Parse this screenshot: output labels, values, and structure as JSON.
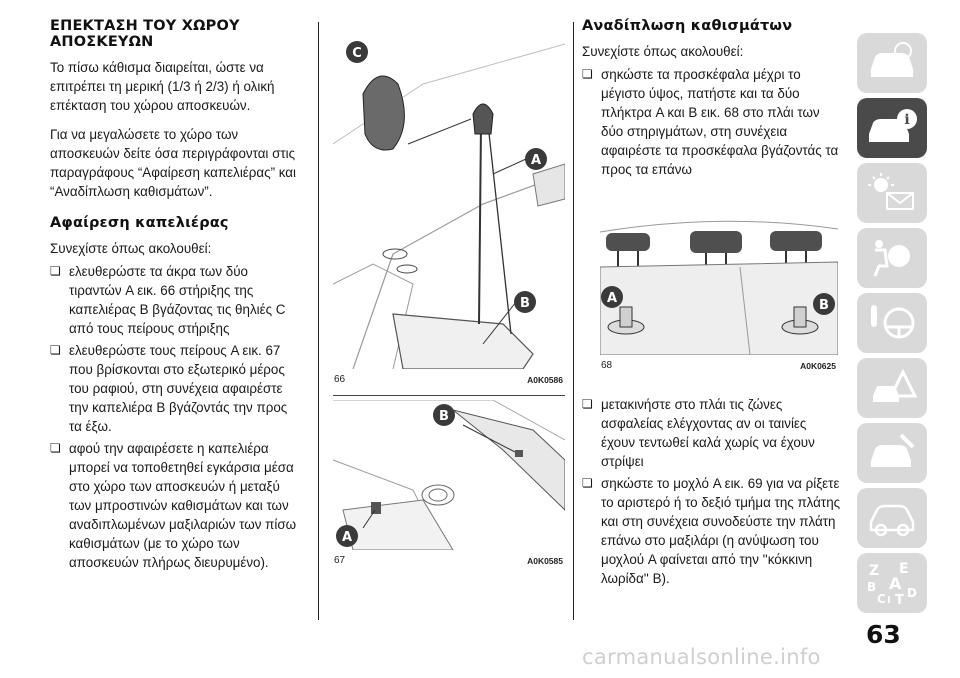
{
  "left_column": {
    "heading": "ΕΠΕΚΤΑΣΗ ΤΟΥ ΧΩΡΟΥ ΑΠΟΣΚΕΥΩΝ",
    "intro": "Το πίσω κάθισμα διαιρείται, ώστε να επιτρέπει τη μερική (1/3 ή 2/3) ή ολική επέκταση του χώρου αποσκευών.",
    "para2": "Για να μεγαλώσετε το χώρο των αποσκευών δείτε όσα περιγράφονται στις παραγράφους “Αφαίρεση καπελιέρας” και “Αναδίπλωση καθισμάτων”.",
    "subheading": "Αφαίρεση καπελιέρας",
    "lead": "Συνεχίστε όπως ακολουθεί:",
    "bullets": [
      "ελευθερώστε τα άκρα των δύο τιραντών A εικ. 66 στήριξης της καπελιέρας B βγάζοντας τις θηλιές C από τους πείρους στήριξης",
      "ελευθερώστε τους πείρους A εικ. 67 που βρίσκονται στο εξωτερικό μέρος του ραφιού, στη συνέχεια αφαιρέστε την καπελιέρα B βγάζοντάς την προς τα έξω.",
      "αφού την αφαιρέσετε η καπελιέρα μπορεί να τοποθετηθεί εγκάρσια μέσα στο χώρο των αποσκευών ή μεταξύ των μπροστινών καθισμάτων και των αναδιπλωμένων μαξιλαριών των πίσω καθισμάτων (με το χώρο των αποσκευών πλήρως διευρυμένο)."
    ]
  },
  "right_column": {
    "heading": "Αναδίπλωση καθισμάτων",
    "lead": "Συνεχίστε όπως ακολουθεί:",
    "bullets_top": [
      "σηκώστε τα προσκέφαλα μέχρι το μέγιστο ύψος, πατήστε και τα δύο πλήκτρα A και B εικ. 68 στο πλάι των δύο στηριγμάτων, στη συνέχεια αφαιρέστε τα προσκέφαλα βγάζοντάς τα προς τα επάνω"
    ],
    "bullets_bottom": [
      "μετακινήστε στο πλάι τις ζώνες ασφαλείας ελέγχοντας αν οι ταινίες έχουν τεντωθεί καλά χωρίς να έχουν στρίψει",
      "σηκώστε το μοχλό A εικ. 69 για να ρίξετε το αριστερό ή το δεξιό τμήμα της πλάτης και στη συνέχεια συνοδεύστε την πλάτη επάνω στο μαξιλάρι (η ανύψωση του μοχλού A φαίνεται από την ''κόκκινη λωρίδα'' B)."
    ]
  },
  "figures": [
    {
      "number": "66",
      "code": "A0K0586",
      "labels": [
        "C",
        "A",
        "B"
      ]
    },
    {
      "number": "67",
      "code": "A0K0585",
      "labels": [
        "B",
        "A"
      ]
    },
    {
      "number": "68",
      "code": "A0K0625",
      "labels": [
        "A",
        "B"
      ]
    }
  ],
  "page_number": "63",
  "watermark": "carmanualsonline.info",
  "colors": {
    "tab_inactive": "#d9d9d9",
    "tab_active": "#4a4a4a",
    "callout": "#3a3a3a"
  },
  "tabs": [
    {
      "icon": "car-dashboard-icon",
      "active": false
    },
    {
      "icon": "car-info-icon",
      "active": true
    },
    {
      "icon": "warning-light-mail-icon",
      "active": false
    },
    {
      "icon": "airbag-safety-icon",
      "active": false
    },
    {
      "icon": "steering-wheel-icon",
      "active": false
    },
    {
      "icon": "roadside-triangle-icon",
      "active": false
    },
    {
      "icon": "maintenance-car-icon",
      "active": false
    },
    {
      "icon": "specifications-car-icon",
      "active": false
    },
    {
      "icon": "index-letters-icon",
      "active": false
    }
  ],
  "index_letters": [
    "Z",
    "E",
    "B",
    "A",
    "C",
    "D",
    "I",
    "T"
  ]
}
